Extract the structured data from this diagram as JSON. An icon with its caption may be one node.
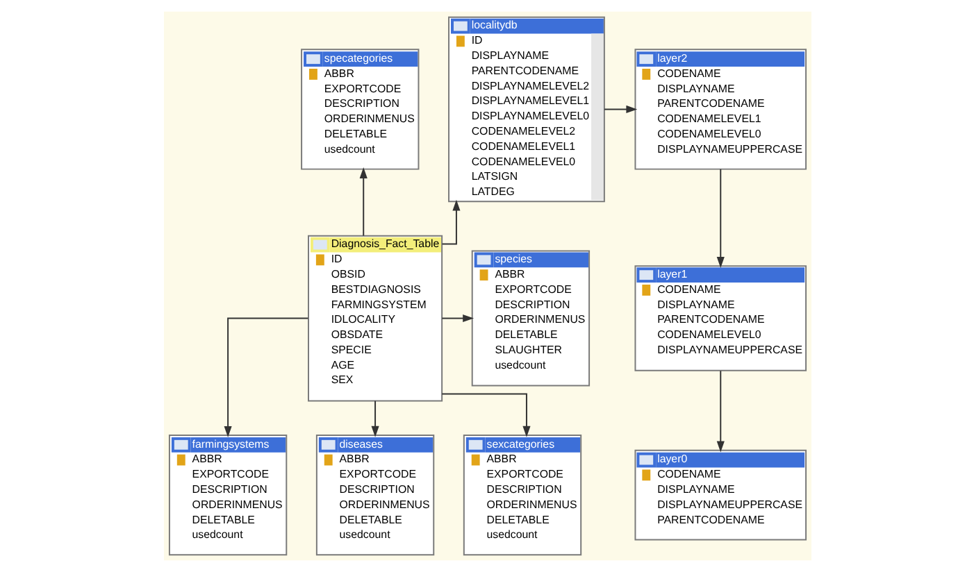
{
  "diagram": {
    "nodes": [
      {
        "text": [
          "specategories",
          "ABBR",
          "EXPORTCODE",
          "DESCRIPTION",
          "ORDERINMENUS",
          "DELETABLE",
          "usedcount"
        ]
      },
      {
        "text": [
          "localitydb",
          "ID",
          "DISPLAYNAME",
          "PARENTCODENAME",
          "DISPLAYNAMELEVEL2",
          "DISPLAYNAMELEVEL1",
          "DISPLAYNAMELEVEL0",
          "CODENAMELEVEL2",
          "CODENAMELEVEL1",
          "CODENAMELEVEL0",
          "LATSIGN",
          "LATDEG"
        ]
      },
      {
        "text": [
          "layer2",
          "CODENAME",
          "DISPLAYNAME",
          "PARENTCODENAME",
          "CODENAMELEVEL1",
          "CODENAMELEVEL0",
          "DISPLAYNAMEUPPERCASE"
        ]
      },
      {
        "text": [
          "species",
          "ABBR",
          "EXPORTCODE",
          "DESCRIPTION",
          "ORDERINMENUS",
          "DELETABLE",
          "SLAUGHTER",
          "usedcount"
        ]
      },
      {
        "text": [
          "Diagnosis_Fact_Table",
          "ID",
          "OBSID",
          "BESTDIAGNOSIS",
          "FARMINGSYSTEM",
          "IDLOCALITY",
          "OBSDATE",
          "SPECIE",
          "AGE",
          "SEX"
        ]
      },
      {
        "text": [
          "layer1",
          "CODENAME",
          "DISPLAYNAME",
          "PARENTCODENAME",
          "CODENAMELEVEL0",
          "DISPLAYNAMEUPPERCASE"
        ]
      },
      {
        "text": [
          "farmingsystems",
          "ABBR",
          "EXPORTCODE",
          "DESCRIPTION",
          "ORDERINMENUS",
          "DELETABLE",
          "usedcount"
        ]
      },
      {
        "text": [
          "diseases",
          "ABBR",
          "EXPORTCODE",
          "DESCRIPTION",
          "ORDERINMENUS",
          "DELETABLE",
          "usedcount"
        ]
      },
      {
        "text": [
          "sexcategories",
          "ABBR",
          "EXPORTCODE",
          "DESCRIPTION",
          "ORDERINMENUS",
          "DELETABLE",
          "usedcount"
        ]
      },
      {
        "text": [
          "layer0",
          "CODENAME",
          "DISPLAYNAME",
          "DISPLAYNAMEUPPERCASE",
          "PARENTCODENAME"
        ]
      }
    ],
    "edges": [
      {
        "from": 4,
        "to": 0,
        "arrow": "to"
      },
      {
        "from": 4,
        "to": 1,
        "arrow": "to"
      },
      {
        "from": 1,
        "to": 2,
        "arrow": "to"
      },
      {
        "from": 2,
        "to": 5,
        "arrow": "to"
      },
      {
        "from": 5,
        "to": 9,
        "arrow": "to"
      },
      {
        "from": 4,
        "to": 3,
        "arrow": "to"
      },
      {
        "from": 4,
        "to": 8,
        "arrow": "to"
      },
      {
        "from": 4,
        "to": 6,
        "arrow": "to"
      },
      {
        "from": 4,
        "to": 7,
        "arrow": "to"
      }
    ]
  }
}
